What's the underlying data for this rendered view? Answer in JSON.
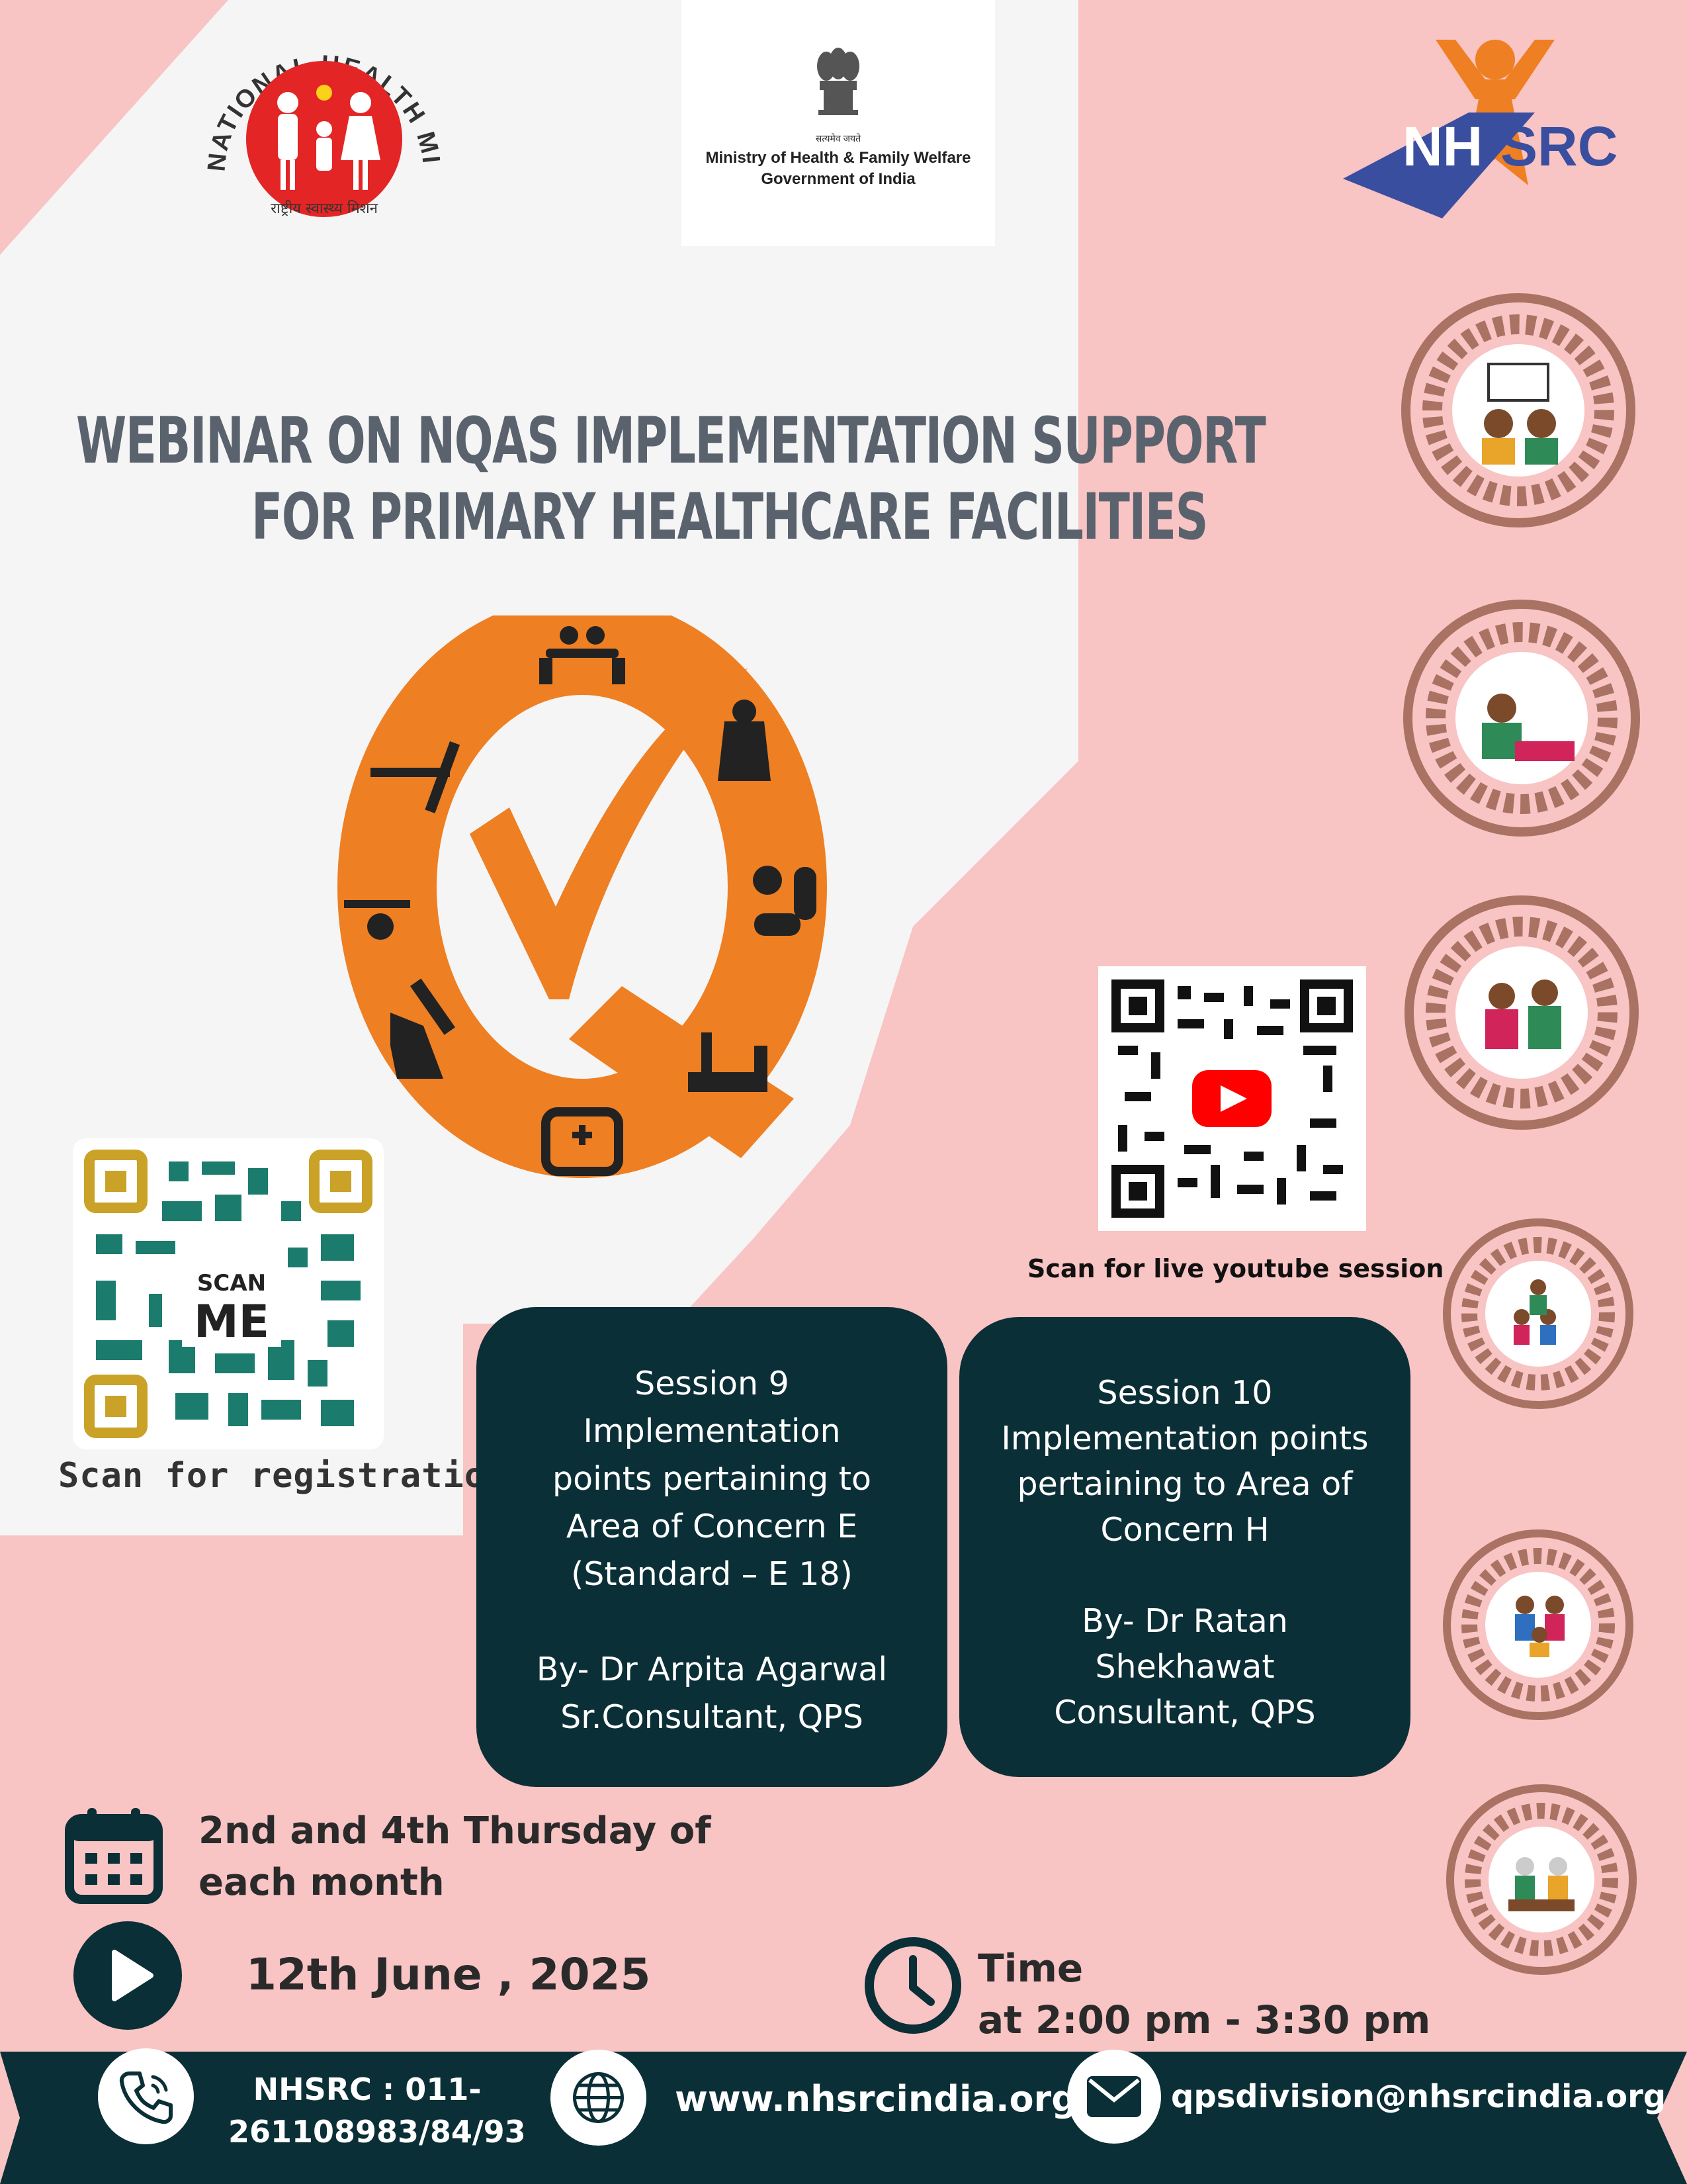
{
  "logos": {
    "nhm_arc_text": "NATIONAL HEALTH MISSION",
    "nhm_hindi": "राष्ट्रीय स्वास्थ्य मिशन",
    "moh_motto": "सत्यमेव जयते",
    "moh_line1": "Ministry of Health & Family Welfare",
    "moh_line2": "Government of India",
    "nhsrc": "NHSRC"
  },
  "title": {
    "line1": "WEBINAR ON NQAS IMPLEMENTATION SUPPORT",
    "line2": "FOR PRIMARY HEALTHCARE FACILITIES"
  },
  "qr": {
    "registration_badge_line1": "SCAN",
    "registration_badge_line2": "ME",
    "registration_caption": "Scan for registration",
    "youtube_caption": "Scan for live youtube session"
  },
  "sessions": [
    {
      "lines": [
        "Session 9",
        "Implementation",
        "points pertaining to",
        "Area of Concern E",
        "(Standard – E 18)",
        "",
        "By- Dr Arpita Agarwal",
        "Sr.Consultant,  QPS"
      ]
    },
    {
      "lines": [
        "Session 10",
        "Implementation points",
        "pertaining to Area of",
        "Concern H",
        "",
        "By- Dr Ratan",
        "Shekhawat",
        "Consultant,  QPS"
      ]
    }
  ],
  "schedule": {
    "recurrence_line1": "2nd and 4th Thursday of",
    "recurrence_line2": "each month",
    "date": "12th  June , 2025",
    "time_label": "Time",
    "time_value": "at 2:00 pm - 3:30 pm"
  },
  "footer": {
    "phone_line1": "NHSRC : 011-",
    "phone_line2": "261108983/84/93",
    "website": "www.nhsrcindia.org",
    "email": "qpsdivision@nhsrcindia.org"
  },
  "colors": {
    "pink": "#f8c4c4",
    "light": "#f5f5f5",
    "orange": "#ee7f22",
    "dark_teal": "#0b2f36",
    "title_gray": "#5a636d",
    "ring_brown": "#a97262"
  }
}
